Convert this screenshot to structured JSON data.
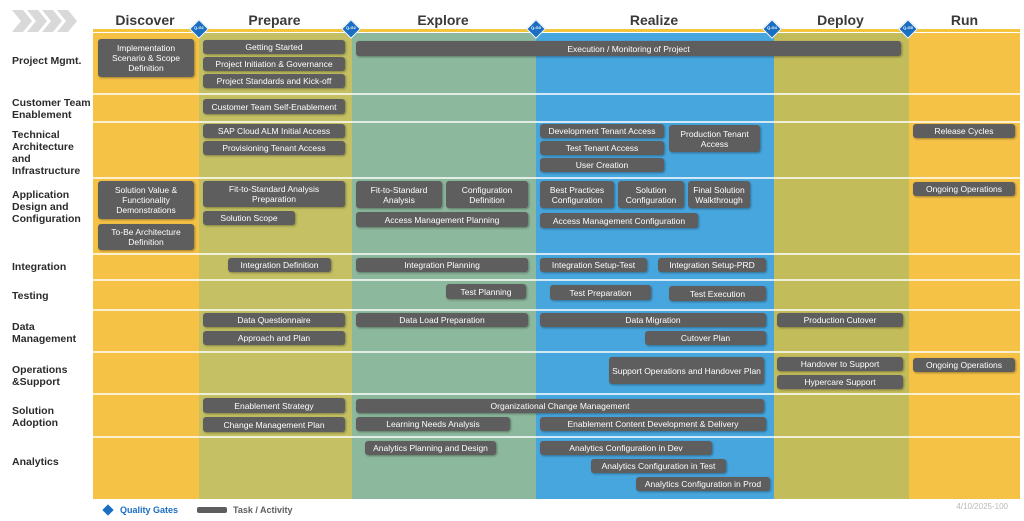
{
  "phases": {
    "discover": "Discover",
    "prepare": "Prepare",
    "explore": "Explore",
    "realize": "Realize",
    "deploy": "Deploy",
    "run": "Run"
  },
  "quality_gates": [
    "Q-G1",
    "Q-G2",
    "Q-G3",
    "Q-G4",
    "Q-G5"
  ],
  "rows": {
    "project_mgmt": "Project Mgmt.",
    "customer_team": "Customer Team Enablement",
    "tech_arch": "Technical Architecture and Infrastructure",
    "app_design": "Application Design and Configuration",
    "integration": "Integration",
    "testing": "Testing",
    "data_mgmt": "Data Management",
    "operations": "Operations &Support",
    "solution_adoption": "Solution Adoption",
    "analytics": "Analytics"
  },
  "tasks": {
    "implementation_scenario": "Implementation Scenario & Scope Definition",
    "getting_started": "Getting Started",
    "project_initiation": "Project Initiation & Governance",
    "project_standards": "Project Standards and Kick-off",
    "execution_monitoring": "Execution / Monitoring of Project",
    "customer_self_enablement": "Customer Team Self-Enablement",
    "sap_cloud_alm": "SAP Cloud ALM Initial Access",
    "provisioning_tenant": "Provisioning Tenant Access",
    "dev_tenant": "Development Tenant Access",
    "test_tenant": "Test Tenant Access",
    "user_creation": "User Creation",
    "prod_tenant": "Production Tenant Access",
    "release_cycles": "Release Cycles",
    "solution_value": "Solution Value & Functionality Demonstrations",
    "to_be_arch": "To-Be Architecture Definition",
    "fit_to_standard_prep": "Fit-to-Standard Analysis Preparation",
    "solution_scope": "Solution Scope",
    "fit_to_standard": "Fit-to-Standard Analysis",
    "config_definition": "Configuration Definition",
    "access_mgmt_planning": "Access Management Planning",
    "best_practices": "Best Practices Configuration",
    "solution_config": "Solution Configuration",
    "final_walkthrough": "Final Solution Walkthrough",
    "access_mgmt_config": "Access Management Configuration",
    "ongoing_ops_1": "Ongoing Operations",
    "integration_definition": "Integration Definition",
    "integration_planning": "Integration Planning",
    "integration_setup_test": "Integration Setup-Test",
    "integration_setup_prd": "Integration Setup-PRD",
    "test_planning": "Test Planning",
    "test_preparation": "Test Preparation",
    "test_execution": "Test Execution",
    "data_questionnaire": "Data Questionnaire",
    "approach_plan": "Approach and Plan",
    "data_load_prep": "Data Load Preparation",
    "data_migration": "Data Migration",
    "cutover_plan": "Cutover Plan",
    "production_cutover": "Production Cutover",
    "support_ops_handover": "Support Operations and Handover Plan",
    "handover_support": "Handover to Support",
    "hypercare": "Hypercare Support",
    "ongoing_ops_2": "Ongoing Operations",
    "enablement_strategy": "Enablement Strategy",
    "change_mgmt_plan": "Change Management Plan",
    "org_change_mgmt": "Organizational Change Management",
    "learning_needs": "Learning Needs Analysis",
    "enablement_content": "Enablement Content Development & Delivery",
    "analytics_planning": "Analytics Planning and Design",
    "analytics_dev": "Analytics Configuration in Dev",
    "analytics_test": "Analytics Configuration in Test",
    "analytics_prod": "Analytics Configuration in Prod"
  },
  "legend": {
    "quality_gates": "Quality Gates",
    "task_activity": "Task / Activity"
  },
  "date": "4/10/2025-100",
  "colors": {
    "discover": "#f5c246",
    "prepare": "#c4c063",
    "explore": "#8cb89d",
    "realize": "#47a6de",
    "deploy": "#c2bc5b",
    "run": "#f5c246",
    "task": "#5e5e5e",
    "gate": "#1b6fc2"
  }
}
